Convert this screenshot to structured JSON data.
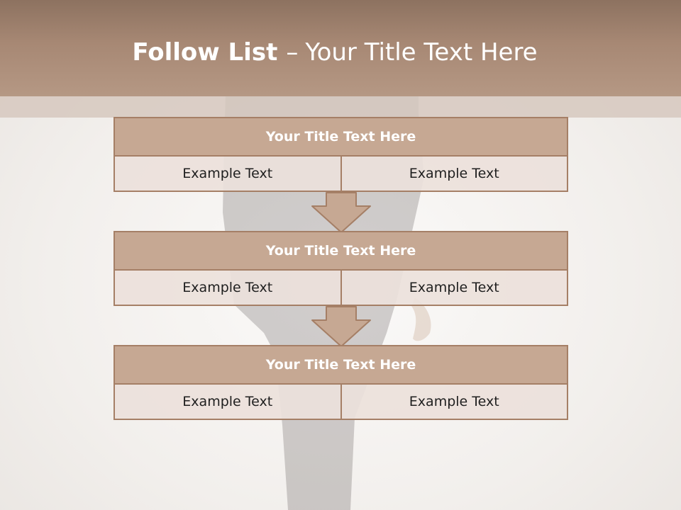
{
  "slide": {
    "title_bold": "Follow List",
    "title_sep": "–",
    "title_rest": "Your Title Text Here"
  },
  "blocks": [
    {
      "title": "Your Title Text Here",
      "cells": [
        "Example Text",
        "Example Text"
      ]
    },
    {
      "title": "Your Title Text Here",
      "cells": [
        "Example Text",
        "Example Text"
      ]
    },
    {
      "title": "Your Title Text Here",
      "cells": [
        "Example Text",
        "Example Text"
      ]
    }
  ],
  "colors": {
    "header": "#a78874",
    "block_title_fill": "#c6a893",
    "border": "#a57f66",
    "cell_fill": "#ece1db",
    "text_light": "#ffffff",
    "text_dark": "#1f1f1f"
  },
  "icons": [
    "down-arrow-icon",
    "down-arrow-icon"
  ]
}
